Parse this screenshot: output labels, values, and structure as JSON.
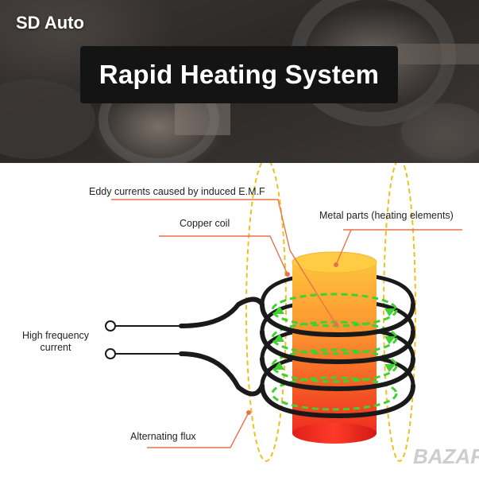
{
  "brand": {
    "name": "SD Auto"
  },
  "banner": {
    "title": "Rapid Heating System"
  },
  "diagram": {
    "labels": {
      "eddy_currents": "Eddy currents caused by induced E.M.F",
      "copper_coil": "Copper coil",
      "metal_parts": "Metal parts (heating elements)",
      "hf_current_line1": "High frequency",
      "hf_current_line2": "current",
      "alternating_flux": "Alternating flux"
    },
    "colors": {
      "leader_line": "#e8734a",
      "flux": "#f0c020",
      "coil": "#1a1a1a",
      "eddy": "#3fd130",
      "cylinder_top": "#ffc03a",
      "cylinder_bottom": "#f03020"
    }
  },
  "watermark": {
    "text": "BAZAR"
  }
}
